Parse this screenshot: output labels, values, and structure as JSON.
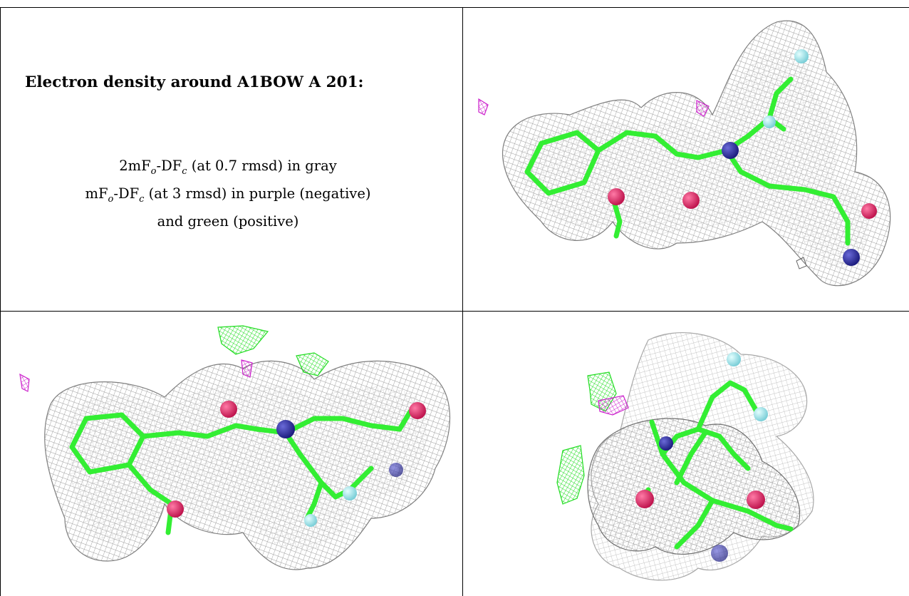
{
  "title": "Electron density around A1BOW A 201:",
  "legend": {
    "line1_prefix": "2mF",
    "line1_sub1": "o",
    "line1_mid": "-DF",
    "line1_sub2": "c",
    "line1_suffix": " (at 0.7 rmsd) in gray",
    "line2_prefix": "mF",
    "line2_sub1": "o",
    "line2_mid": "-DF",
    "line2_sub2": "c",
    "line2_suffix": " (at 3 rmsd) in purple (negative)",
    "line3": "and green (positive)"
  },
  "colors": {
    "mesh_gray": "#8c8c8c",
    "carbon_green": "#33ee33",
    "nitrogen_blue": "#2a2a9a",
    "oxygen_red": "#d81e5b",
    "halogen_cyan": "#8fe0e8",
    "negative_purple": "#cc22cc",
    "positive_green": "#22dd22"
  },
  "views": [
    {
      "name": "view-top-right"
    },
    {
      "name": "view-bottom-left"
    },
    {
      "name": "view-bottom-right"
    }
  ]
}
